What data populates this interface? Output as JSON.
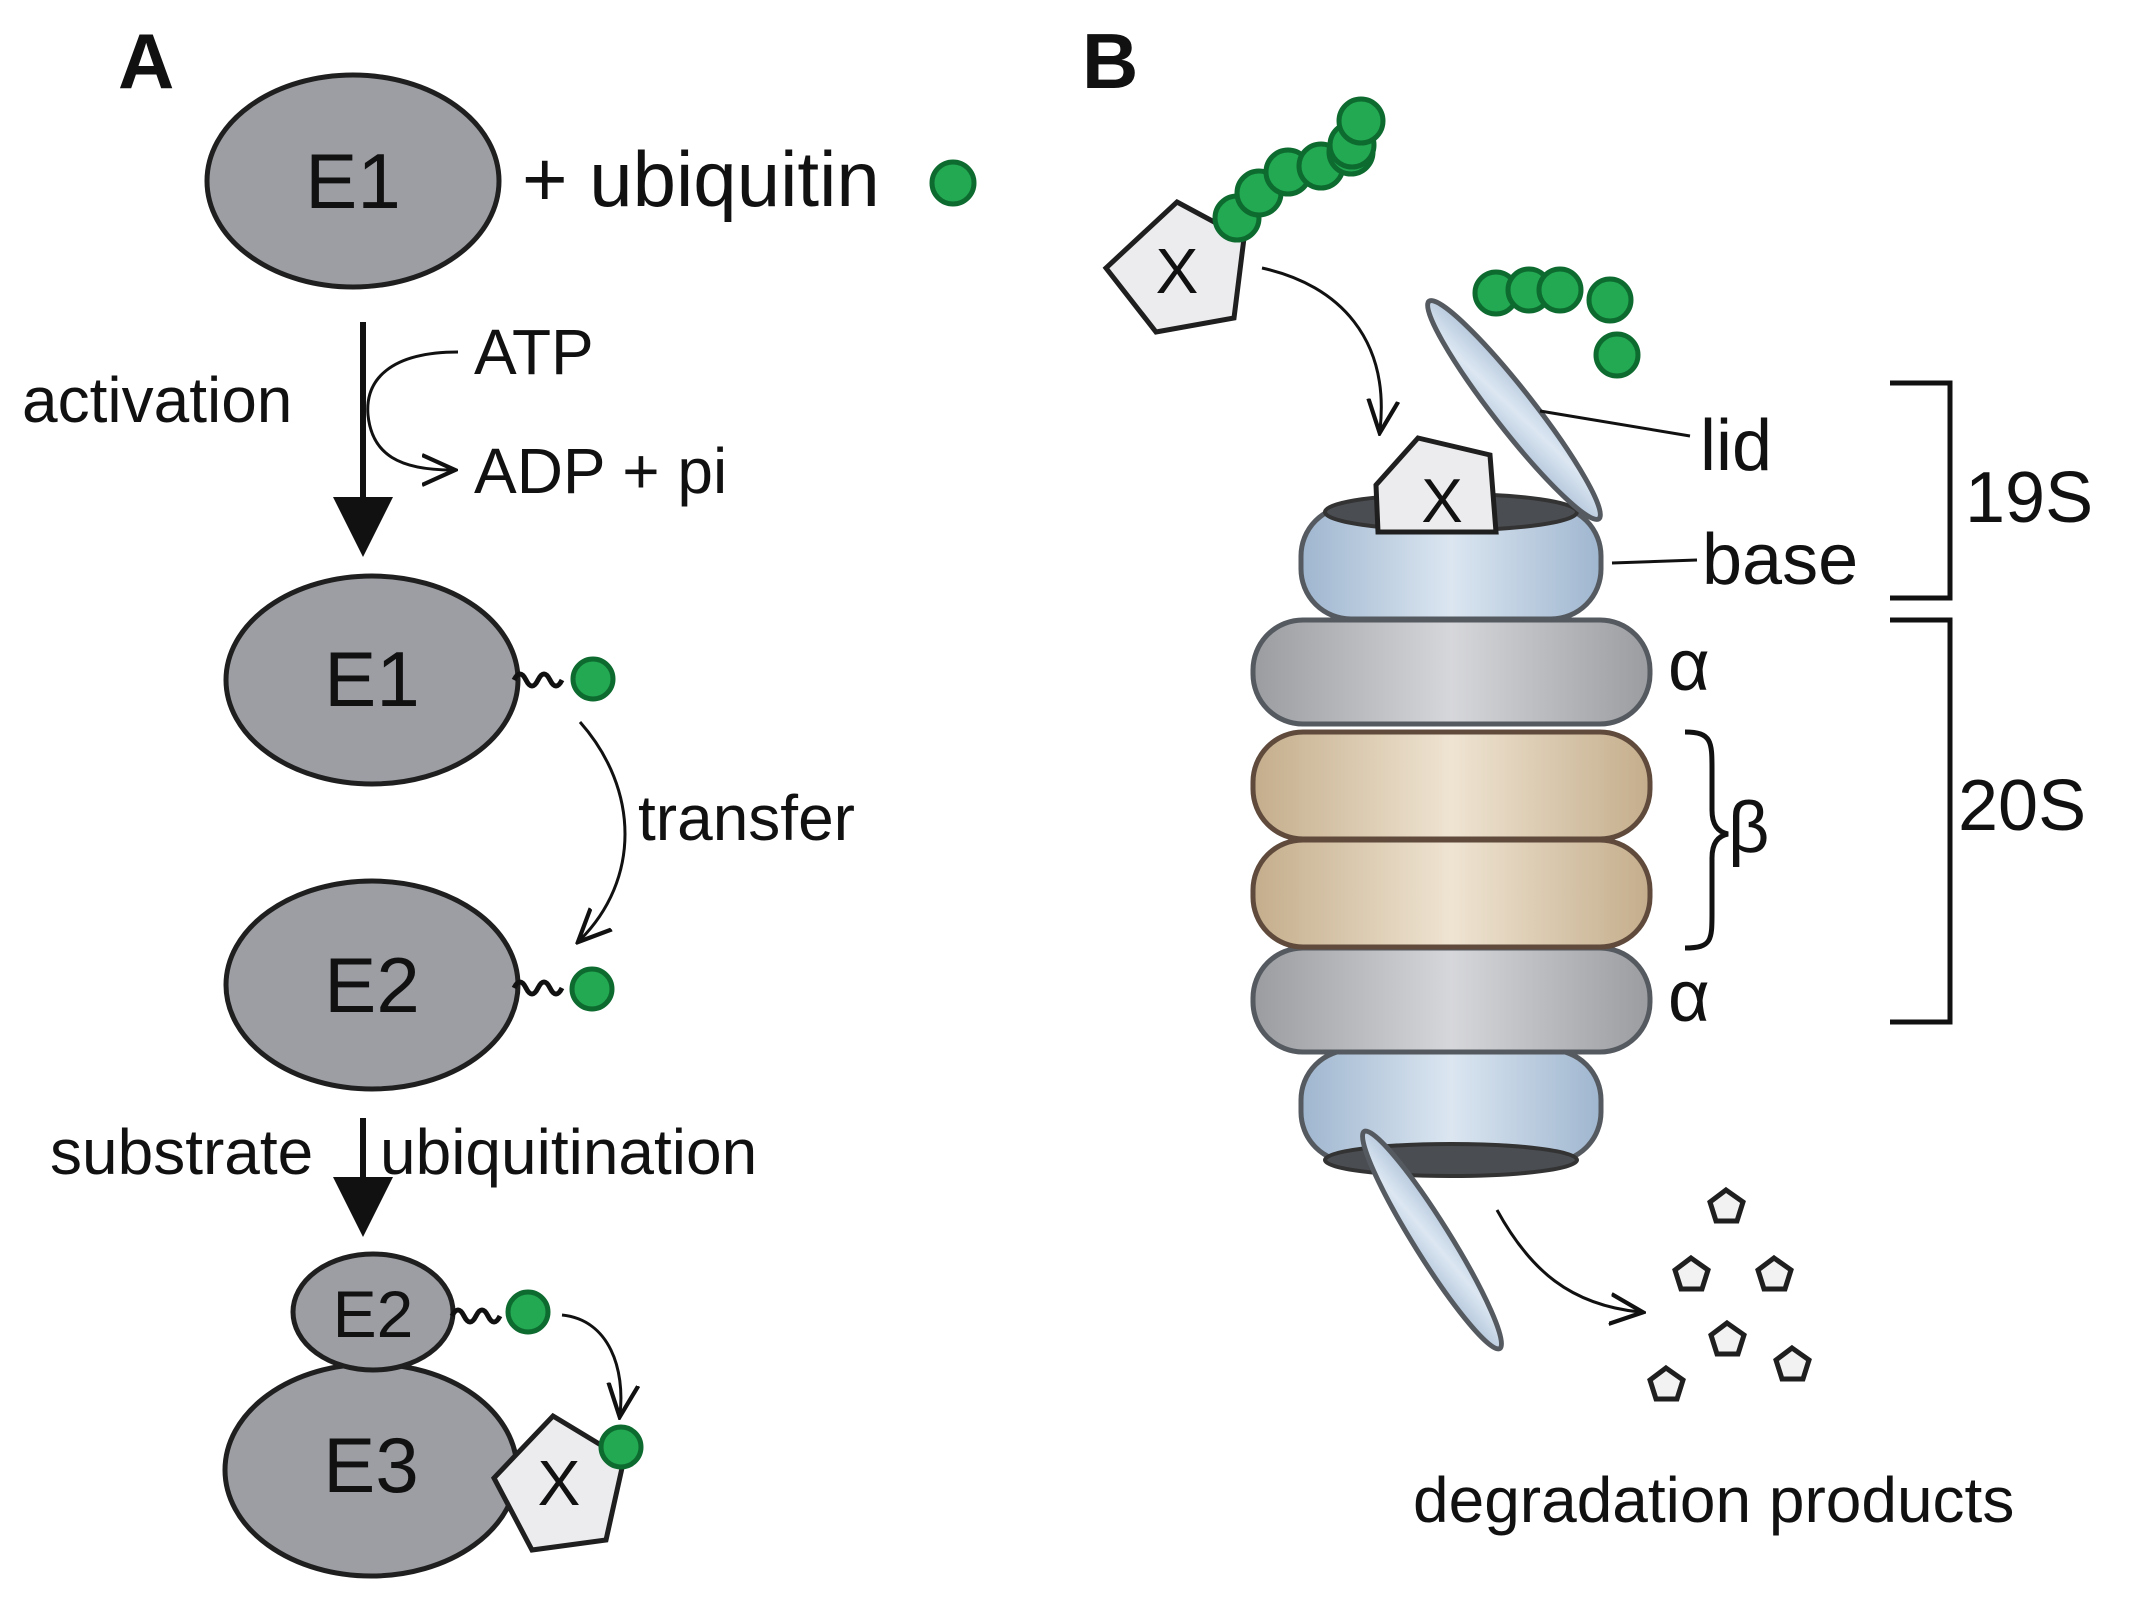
{
  "panels": {
    "a": "A",
    "b": "B"
  },
  "panel_a": {
    "e1_top": "E1",
    "plus_ubiquitin": "+ ubiquitin",
    "activation": "activation",
    "atp": "ATP",
    "adp_pi": "ADP + pi",
    "e1_charged": "E1",
    "transfer": "transfer",
    "e2_charged": "E2",
    "substrate": "substrate",
    "ubiquitination": "ubiquitination",
    "e2_complex": "E2",
    "e3": "E3",
    "substrate_x": "X"
  },
  "panel_b": {
    "substrate_x_free": "X",
    "substrate_x_entering": "X",
    "lid": "lid",
    "base": "base",
    "nineteen_s": "19S",
    "alpha_top": "α",
    "beta": "β",
    "alpha_bottom": "α",
    "twenty_s": "20S",
    "degradation_products": "degradation products"
  },
  "colors": {
    "enzyme": "#9c9ea3",
    "ubiquitin": "#22a952",
    "regulatory_ring": "#b8cde3",
    "alpha_ring": "#b3b5b9",
    "beta_ring": "#d8c5a6",
    "substrate": "#ececee"
  }
}
